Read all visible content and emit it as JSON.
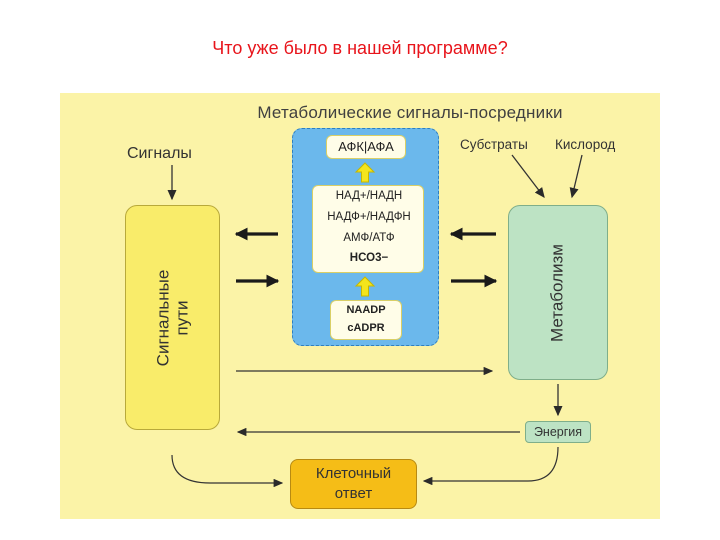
{
  "slide": {
    "title": "Что уже было в нашей программе?"
  },
  "diagram": {
    "header": "Метаболические сигналы-посредники",
    "inputs": {
      "signals": "Сигналы",
      "substrates": "Субстраты",
      "oxygen": "Кислород"
    },
    "mediators": {
      "top": "АФК|АФА",
      "middle": [
        "НАД+/НАДН",
        "НАДФ+/НАДФН",
        "АМФ/АТФ",
        "НСО3−"
      ],
      "bottom": [
        "NAADP",
        "cADPR"
      ]
    },
    "signal_paths": [
      "Сигнальные",
      "пути"
    ],
    "metabolism": "Метаболизм",
    "energy": "Энергия",
    "cell_response": [
      "Клеточный",
      "ответ"
    ]
  },
  "colors": {
    "title_red": "#e8141b",
    "panel_bg": "#fbf3a7",
    "mediator_blue": "#6bb8ec",
    "signal_yellow": "#f9ec6a",
    "metabolism_green": "#bde3c4",
    "response_orange": "#f5bd17",
    "up_arrow_yellow": "#f4e51c"
  }
}
